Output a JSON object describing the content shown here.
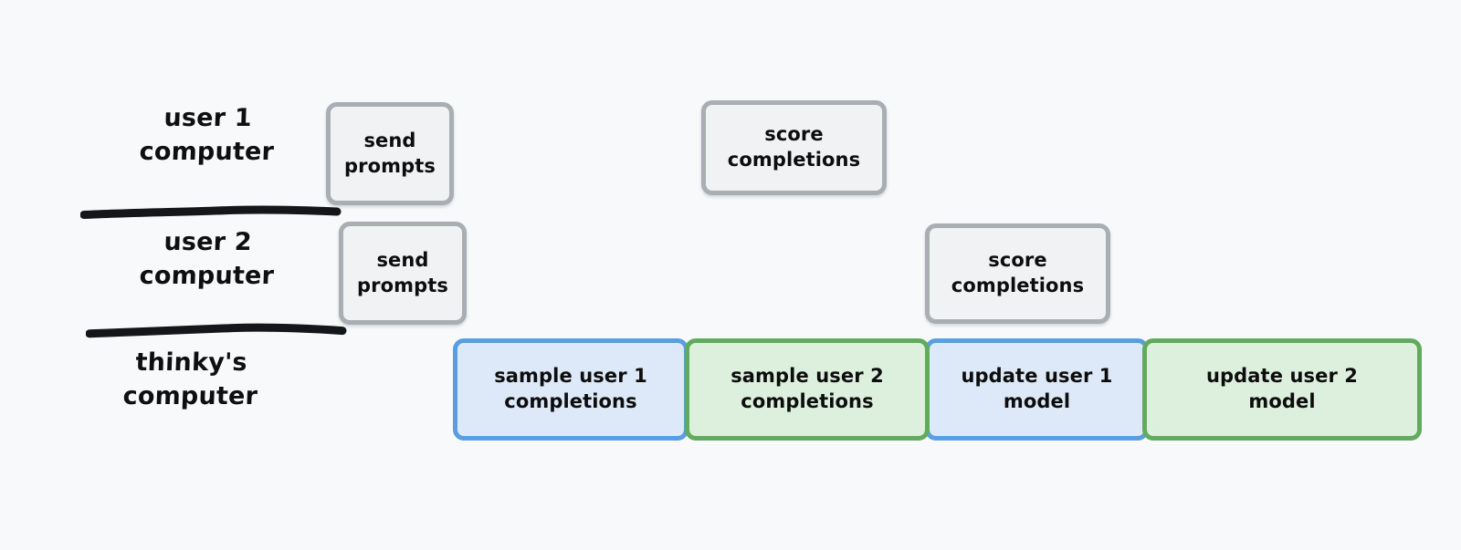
{
  "diagram": {
    "background_color": "#f8f9fb",
    "lanes": [
      {
        "id": "user-1-computer",
        "label": "user 1\ncomputer",
        "tasks": [
          {
            "id": "send-prompts-1",
            "label": "send\nprompts",
            "style": "gray"
          },
          {
            "id": "score-completions-1",
            "label": "score\ncompletions",
            "style": "gray"
          }
        ]
      },
      {
        "id": "user-2-computer",
        "label": "user 2\ncomputer",
        "tasks": [
          {
            "id": "send-prompts-2",
            "label": "send\nprompts",
            "style": "gray"
          },
          {
            "id": "score-completions-2",
            "label": "score\ncompletions",
            "style": "gray"
          }
        ]
      },
      {
        "id": "thinkys-computer",
        "label": "thinky's\ncomputer",
        "tasks": [
          {
            "id": "sample-user-1-completions",
            "label": "sample user 1\ncompletions",
            "style": "blue"
          },
          {
            "id": "sample-user-2-completions",
            "label": "sample user 2\ncompletions",
            "style": "green"
          },
          {
            "id": "update-user-1-model",
            "label": "update user 1\nmodel",
            "style": "blue"
          },
          {
            "id": "update-user-2-model",
            "label": "update user 2\nmodel",
            "style": "green"
          }
        ]
      }
    ],
    "dividers": [
      {
        "id": "divider-above-user-2",
        "stroke_color": "#14161a"
      },
      {
        "id": "divider-above-thinky",
        "stroke_color": "#14161a"
      }
    ],
    "colors": {
      "gray_fill": "#f1f2f3",
      "gray_border": "#a9aeb5",
      "blue_fill": "#dde9f8",
      "blue_border": "#579fe2",
      "green_fill": "#ddf0dd",
      "green_border": "#61ab5d",
      "text": "#0d0d0d"
    }
  }
}
